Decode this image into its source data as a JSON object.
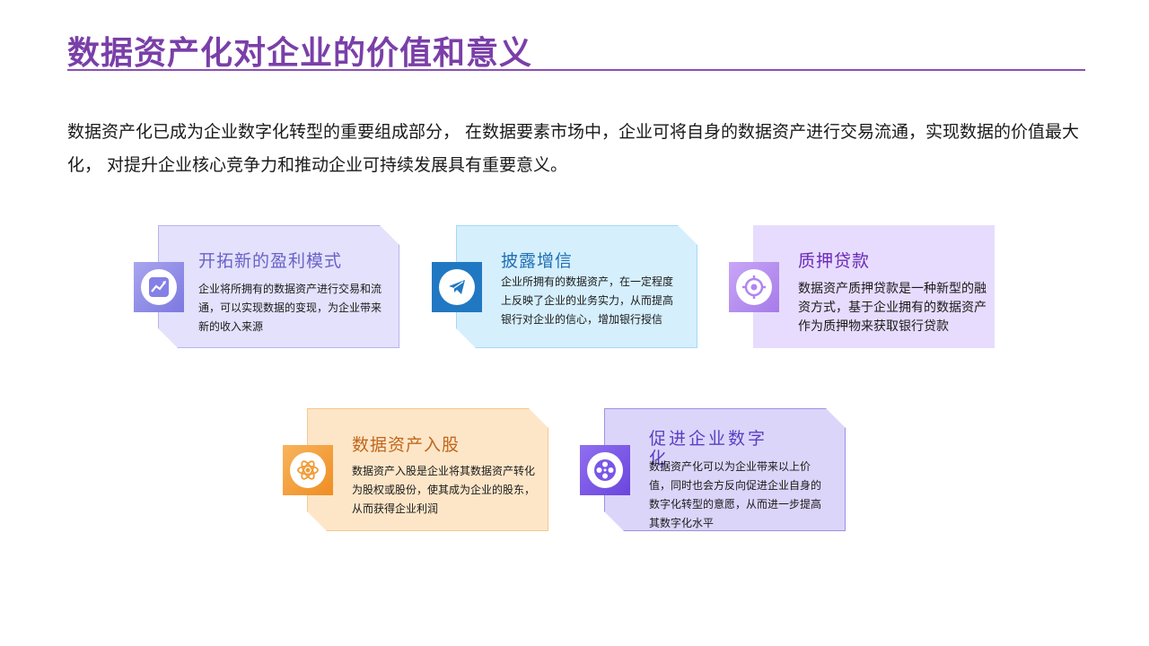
{
  "page": {
    "title": "数据资产化对企业的价值和意义",
    "intro": "数据资产化已成为企业数字化转型的重要组成部分，  在数据要素市场中，企业可将自身的数据资产进行交易流通，实现数据的价值最大化，  对提升企业核心竞争力和推动企业可持续发展具有重要意义。"
  },
  "colors": {
    "title": "#7a3fa8",
    "card1": "#e3e1fb",
    "card2": "#d5effd",
    "card3": "#e7dcfd",
    "card4": "#fde6c8",
    "card5": "#dcd5fa"
  },
  "cards": [
    {
      "title": "开拓新的盈利模式",
      "text": "企业将所拥有的数据资产进行交易和流通，可以实现数据的变现，为企业带来新的收入来源",
      "icon": "chart-growth-icon"
    },
    {
      "title": "披露增信",
      "text": "企业所拥有的数据资产，在一定程度上反映了企业的业务实力，从而提高银行对企业的信心，增加银行授信",
      "icon": "paper-plane-icon"
    },
    {
      "title": "质押贷款",
      "text": "数据资产质押贷款是一种新型的融资方式，基于企业拥有的数据资产作为质押物来获取银行贷款",
      "icon": "target-icon"
    },
    {
      "title": "数据资产入股",
      "text": "数据资产入股是企业将其数据资产转化为股权或股份，使其成为企业的股东，从而获得企业利润",
      "icon": "atom-icon"
    },
    {
      "title": "促进企业数字化",
      "text": "数据资产化可以为企业带来以上价值，同时也会方反向促进企业自身的数字化转型的意愿，从而进一步提高其数字化水平",
      "icon": "film-reel-icon"
    }
  ]
}
